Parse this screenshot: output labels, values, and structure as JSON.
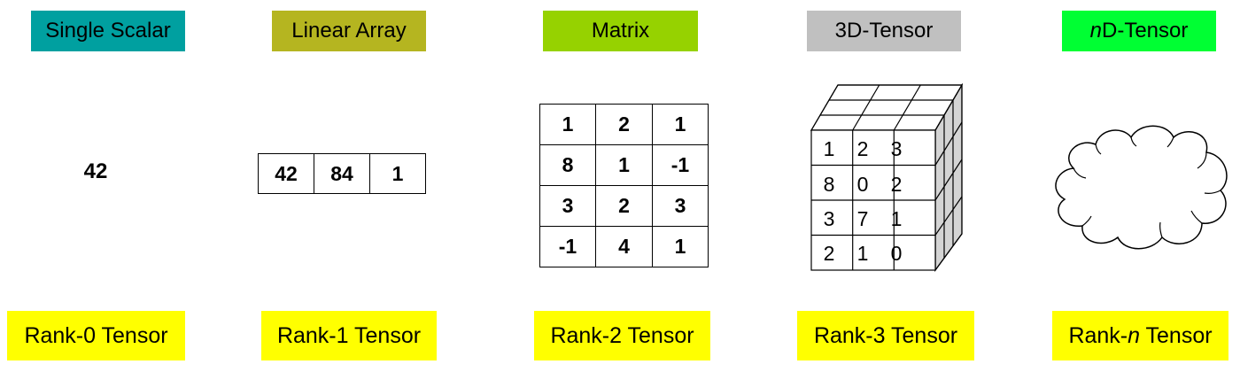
{
  "colors": {
    "scalar_header": "#00a0a0",
    "array_header": "#b5b520",
    "matrix_header": "#96d200",
    "tensor3_header": "#c0c0c0",
    "tensorn_header": "#00ff33",
    "rank_label": "#ffff00"
  },
  "columns": [
    {
      "header": "Single Scalar",
      "rank": "Rank-0 Tensor"
    },
    {
      "header": "Linear Array",
      "rank": "Rank-1 Tensor"
    },
    {
      "header": "Matrix",
      "rank": "Rank-2 Tensor"
    },
    {
      "header": "3D-Tensor",
      "rank": "Rank-3 Tensor"
    },
    {
      "header_italic": "n",
      "header_rest": "D-Tensor",
      "rank_prefix": "Rank-",
      "rank_italic": "n",
      "rank_suffix": " Tensor"
    }
  ],
  "scalar": {
    "value": "42"
  },
  "array": {
    "values": [
      "42",
      "84",
      "1"
    ]
  },
  "matrix": {
    "rows": [
      [
        "1",
        "2",
        "1"
      ],
      [
        "8",
        "1",
        "-1"
      ],
      [
        "3",
        "2",
        "3"
      ],
      [
        "-1",
        "4",
        "1"
      ]
    ]
  },
  "tensor3": {
    "front": [
      [
        "1",
        "2",
        "3"
      ],
      [
        "8",
        "0",
        "2"
      ],
      [
        "3",
        "7",
        "1"
      ],
      [
        "2",
        "1",
        "0"
      ]
    ]
  },
  "icons": {
    "nd_tensor": "cloud-icon",
    "tensor3": "cube-icon"
  }
}
